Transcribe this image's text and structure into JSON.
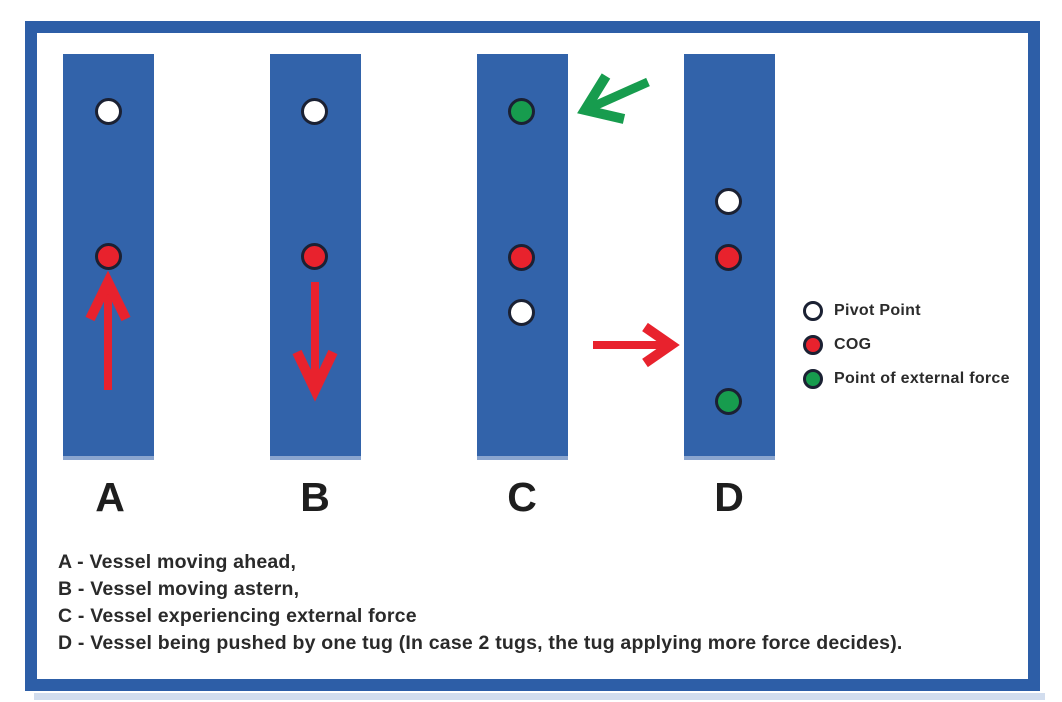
{
  "diagram": {
    "title_present": false,
    "legend": {
      "items": [
        {
          "label": "Pivot Point",
          "marker": "white-circle"
        },
        {
          "label": "COG",
          "marker": "red-circle"
        },
        {
          "label": "Point of external force",
          "marker": "green-circle"
        }
      ]
    },
    "vessels": [
      {
        "label": "A",
        "dots": [
          "pivot-point",
          "cog"
        ],
        "arrow": "red-up-ahead"
      },
      {
        "label": "B",
        "dots": [
          "pivot-point",
          "cog"
        ],
        "arrow": "red-down-astern"
      },
      {
        "label": "C",
        "dots": [
          "external-force-point",
          "cog",
          "pivot-point"
        ],
        "arrow": "green-external-force-toward-bow"
      },
      {
        "label": "D",
        "dots": [
          "pivot-point",
          "cog",
          "external-force-point"
        ],
        "arrow": "red-tug-push-toward-hull"
      }
    ],
    "captions": [
      "A - Vessel moving ahead,",
      "B - Vessel moving astern,",
      "C - Vessel experiencing external force",
      "D - Vessel being pushed by one tug (In case 2 tugs, the tug applying more force decides)."
    ],
    "colors": {
      "vessel_blue": "#3263aa",
      "frame_blue": "#2d5ea7",
      "red": "#e8222d",
      "green": "#179c4e",
      "dot_outline": "#1b2133",
      "text": "#2a2a2a",
      "vessel_bottom_edge": "#8aa5cf",
      "strip": "#c3d1e8"
    }
  }
}
